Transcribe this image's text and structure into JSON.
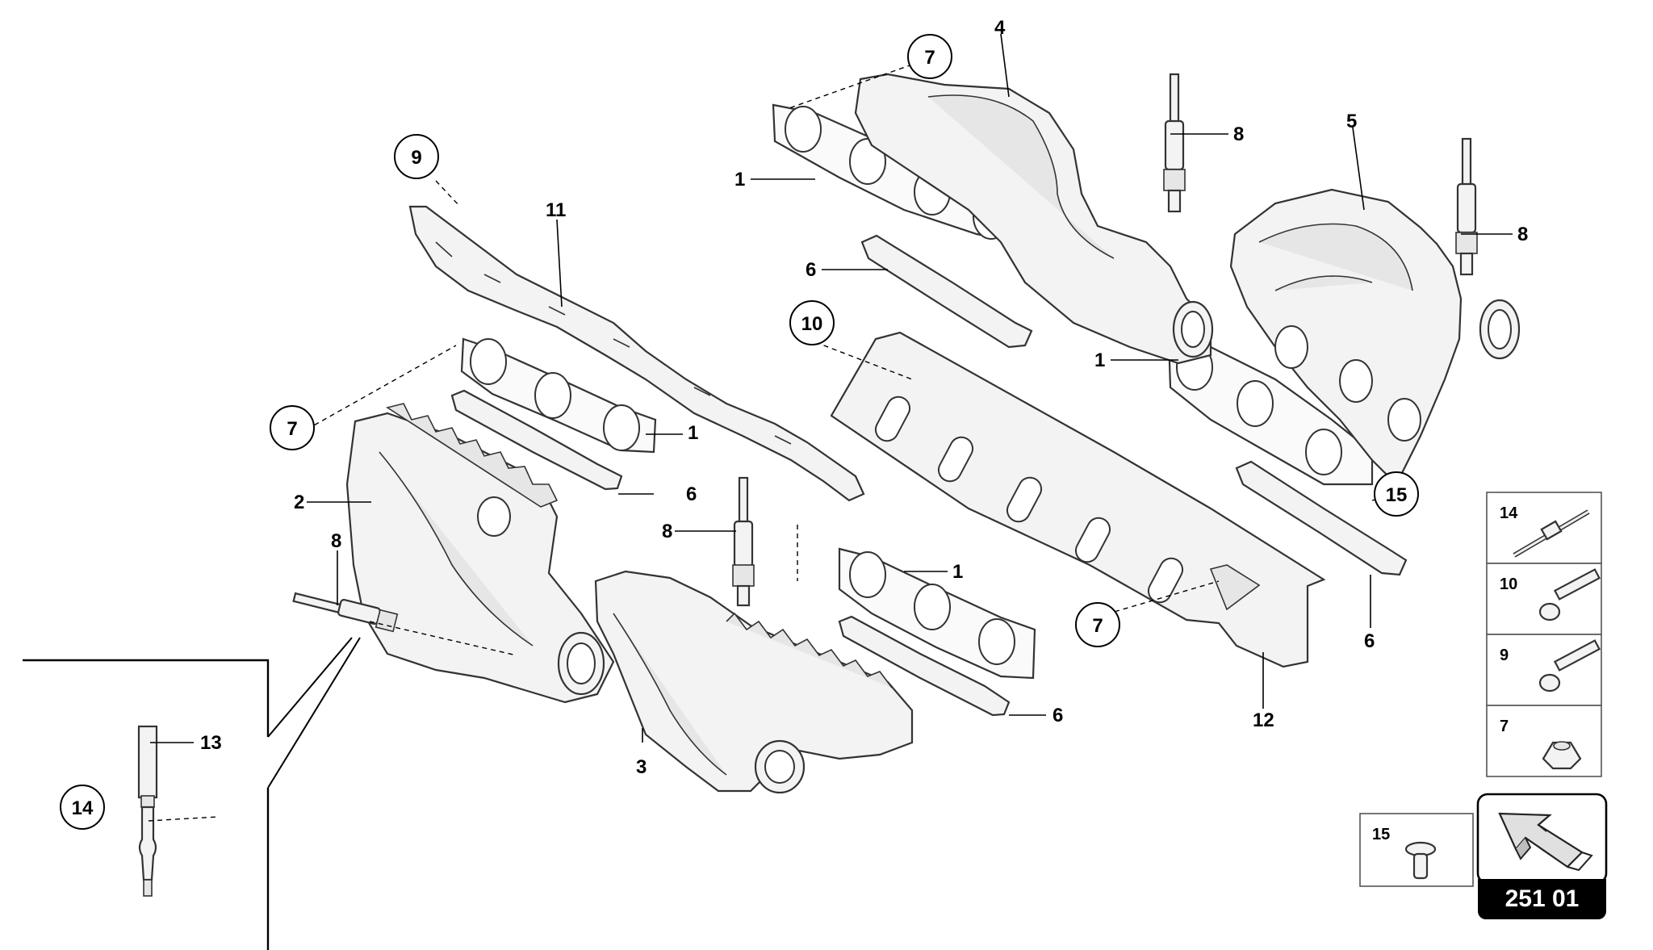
{
  "diagram": {
    "callouts": [
      {
        "id": "c1a",
        "text": "1"
      },
      {
        "id": "c1b",
        "text": "1"
      },
      {
        "id": "c1c",
        "text": "1"
      },
      {
        "id": "c1d",
        "text": "1"
      },
      {
        "id": "c2",
        "text": "2"
      },
      {
        "id": "c3",
        "text": "3"
      },
      {
        "id": "c4",
        "text": "4"
      },
      {
        "id": "c5",
        "text": "5"
      },
      {
        "id": "c6a",
        "text": "6"
      },
      {
        "id": "c6b",
        "text": "6"
      },
      {
        "id": "c6c",
        "text": "6"
      },
      {
        "id": "c6d",
        "text": "6"
      },
      {
        "id": "c8a",
        "text": "8"
      },
      {
        "id": "c8b",
        "text": "8"
      },
      {
        "id": "c8c",
        "text": "8"
      },
      {
        "id": "c8d",
        "text": "8"
      },
      {
        "id": "c11",
        "text": "11"
      },
      {
        "id": "c12",
        "text": "12"
      },
      {
        "id": "c13",
        "text": "13"
      }
    ],
    "circled": [
      {
        "id": "r7a",
        "text": "7"
      },
      {
        "id": "r7b",
        "text": "7"
      },
      {
        "id": "r7c",
        "text": "7"
      },
      {
        "id": "r9",
        "text": "9"
      },
      {
        "id": "r10",
        "text": "10"
      },
      {
        "id": "r14",
        "text": "14"
      },
      {
        "id": "r15",
        "text": "15"
      }
    ]
  },
  "legend": {
    "items": [
      {
        "number": "14",
        "icon": "stud-icon"
      },
      {
        "number": "10",
        "icon": "bolt-icon"
      },
      {
        "number": "9",
        "icon": "bolt-icon"
      },
      {
        "number": "7",
        "icon": "nut-icon"
      }
    ],
    "extra": {
      "number": "15",
      "icon": "flange-screw-icon"
    }
  },
  "page_code": "251 01",
  "nav_icon": "arrow-up-left-icon"
}
